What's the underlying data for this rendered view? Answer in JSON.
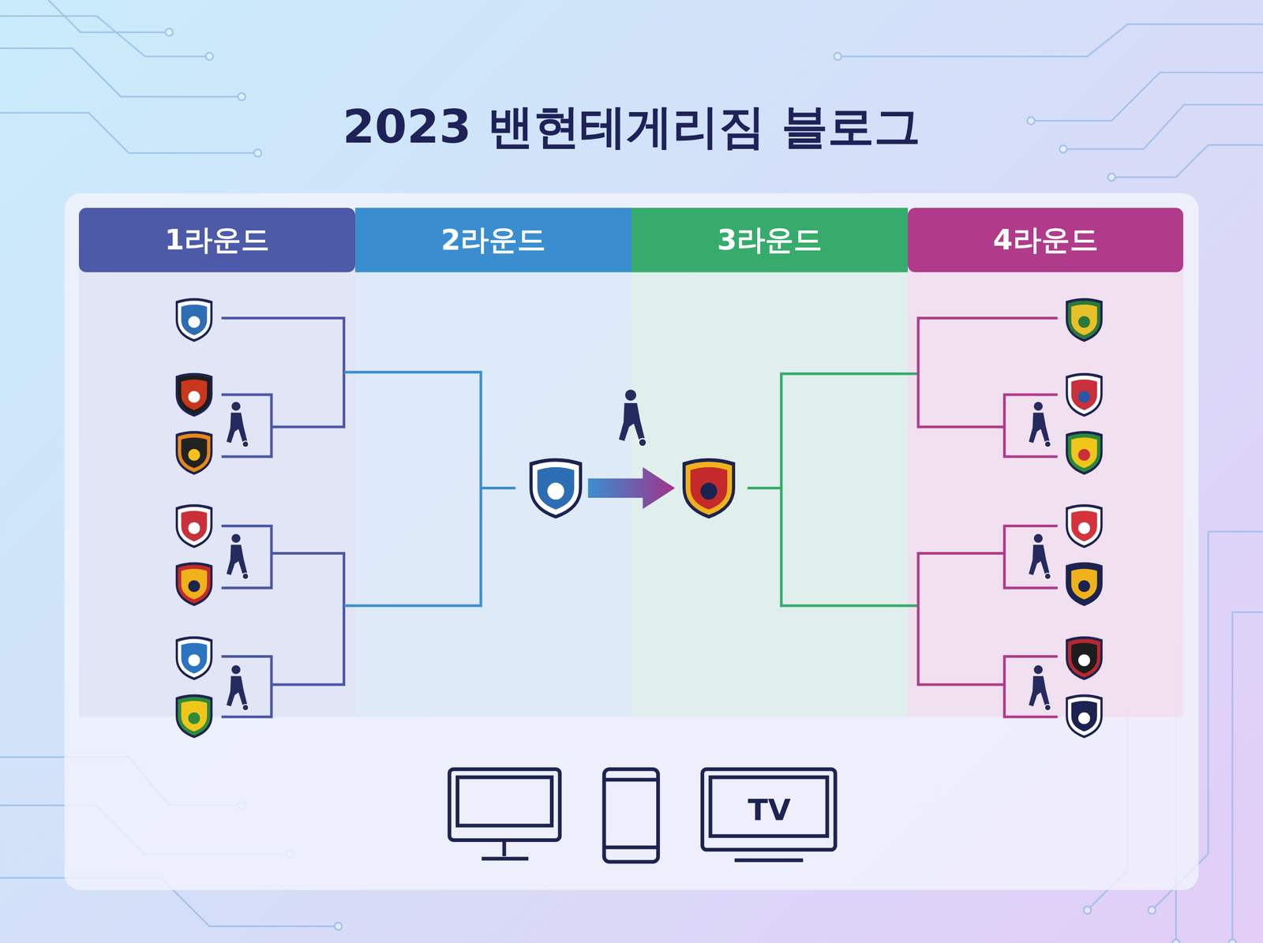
{
  "diagram": {
    "title": "2023 밴현테게리짐 블로그",
    "nodes": [
      {
        "text": [
          "1라운드"
        ]
      },
      {
        "text": [
          "2라운드"
        ]
      },
      {
        "text": [
          "3라운드"
        ]
      },
      {
        "text": [
          "4라운드"
        ]
      }
    ],
    "labels": [
      "TV"
    ]
  }
}
